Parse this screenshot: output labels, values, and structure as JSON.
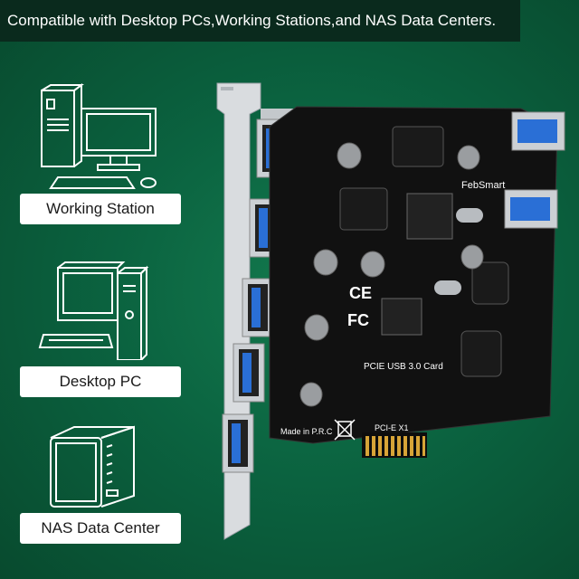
{
  "banner": {
    "text": "Compatible with Desktop PCs,Working Stations,and NAS Data Centers."
  },
  "labels": {
    "working_station": "Working Station",
    "desktop_pc": "Desktop PC",
    "nas": "NAS Data Center"
  },
  "board": {
    "brand": "FebSmart",
    "model": "PCIE USB 3.0 Card",
    "origin": "Made in P.R.C",
    "slot": "PCI-E X1",
    "usb_port_count_bracket": 5,
    "usb_port_count_internal": 2,
    "colors": {
      "pcb": "#111111",
      "port_blue": "#2a6fd6",
      "bracket": "#d9dcdf",
      "gold": "#d7a437"
    }
  },
  "icons": [
    "workstation-icon",
    "desktop-pc-icon",
    "nas-icon",
    "usb-port-icon",
    "ce-mark-icon",
    "fc-mark-icon",
    "weee-bin-icon"
  ]
}
